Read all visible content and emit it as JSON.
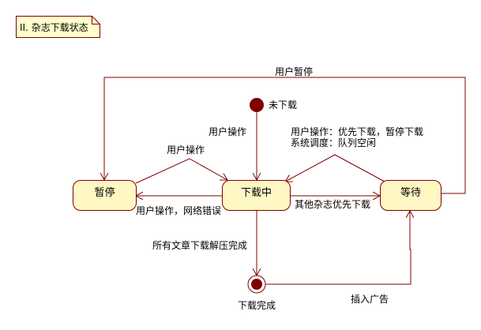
{
  "diagram": {
    "note": {
      "text": "II. 杂志下载状态"
    },
    "colors": {
      "line": "#800000",
      "state_fill": "#fff8c4",
      "note_fill": "#ffffcc"
    },
    "initial": {
      "label": "未下载"
    },
    "final": {
      "label": "下载完成"
    },
    "states": {
      "paused": {
        "label": "暂停"
      },
      "downloading": {
        "label": "下载中"
      },
      "waiting": {
        "label": "等待"
      }
    },
    "transitions": {
      "waiting_to_paused": "用户暂停",
      "initial_to_downloading": "用户操作",
      "paused_to_downloading": "用户操作",
      "waiting_to_downloading_1": "用户操作：优先下载，暂停下载",
      "waiting_to_downloading_2": "系统调度：队列空闲",
      "downloading_to_paused": "用户操作，网络错误",
      "downloading_to_waiting": "其他杂志优先下载",
      "downloading_to_final": "所有文章下载解压完成",
      "final_to_waiting": "插入广告"
    }
  }
}
